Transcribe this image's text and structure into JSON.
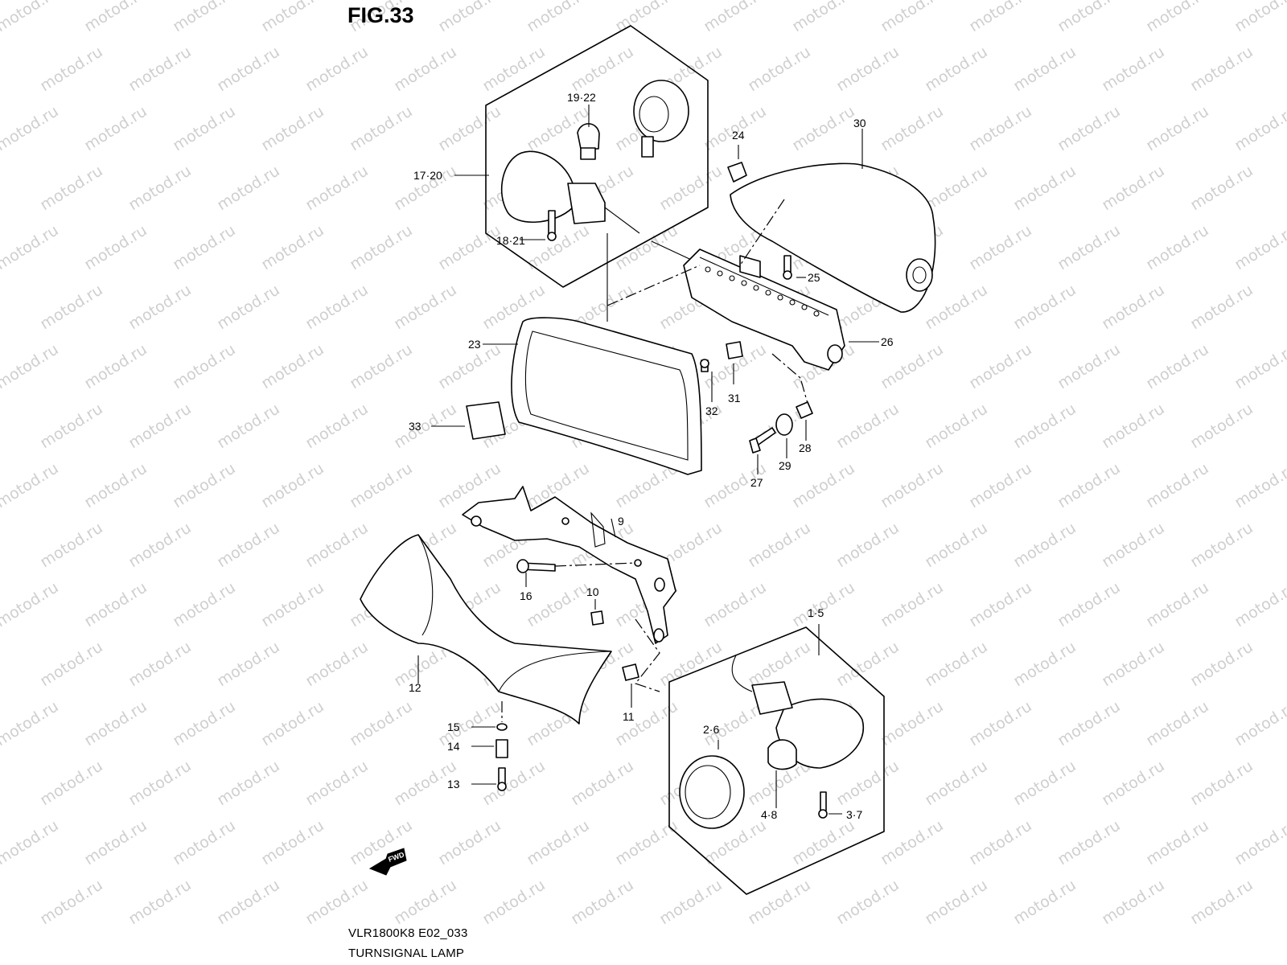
{
  "figure": {
    "title": "FIG.33",
    "model_code": "VLR1800K8 E02_033",
    "section_name": "TURNSIGNAL LAMP",
    "watermark": "motod.ru",
    "fwd_label": "FWD"
  },
  "callouts": [
    {
      "id": "c-19-22",
      "label": "19·22"
    },
    {
      "id": "c-17-20",
      "label": "17·20"
    },
    {
      "id": "c-18-21",
      "label": "18·21"
    },
    {
      "id": "c-24",
      "label": "24"
    },
    {
      "id": "c-30",
      "label": "30"
    },
    {
      "id": "c-25",
      "label": "25"
    },
    {
      "id": "c-23",
      "label": "23"
    },
    {
      "id": "c-26",
      "label": "26"
    },
    {
      "id": "c-31",
      "label": "31"
    },
    {
      "id": "c-32",
      "label": "32"
    },
    {
      "id": "c-33",
      "label": "33"
    },
    {
      "id": "c-28",
      "label": "28"
    },
    {
      "id": "c-29",
      "label": "29"
    },
    {
      "id": "c-27",
      "label": "27"
    },
    {
      "id": "c-9",
      "label": "9"
    },
    {
      "id": "c-16",
      "label": "16"
    },
    {
      "id": "c-10",
      "label": "10"
    },
    {
      "id": "c-1-5",
      "label": "1·5"
    },
    {
      "id": "c-12",
      "label": "12"
    },
    {
      "id": "c-11",
      "label": "11"
    },
    {
      "id": "c-15",
      "label": "15"
    },
    {
      "id": "c-14",
      "label": "14"
    },
    {
      "id": "c-13",
      "label": "13"
    },
    {
      "id": "c-2-6",
      "label": "2·6"
    },
    {
      "id": "c-4-8",
      "label": "4·8"
    },
    {
      "id": "c-3-7",
      "label": "3·7"
    }
  ]
}
